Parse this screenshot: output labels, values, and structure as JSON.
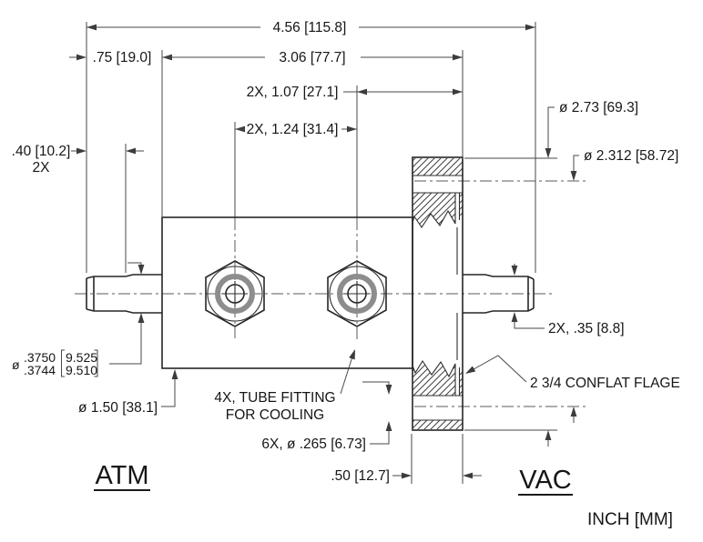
{
  "drawing_title": "2 3/4 ConFlat flange feedthrough drawing",
  "labels": {
    "atm": "ATM",
    "vac": "VAC",
    "units": "INCH [MM]"
  },
  "dims": {
    "overall": "4.56 [115.8]",
    "left_shaft": ".75 [19.0]",
    "body_span": "3.06 [77.7]",
    "fitting_to_flange": "2X, 1.07 [27.1]",
    "fitting_span": "2X, 1.24 [31.4]",
    "tip_len": ".40 [10.2]",
    "tip_len_qty": "2X",
    "flange_od": "ø 2.73 [69.3]",
    "bolt_circle_dia": "ø 2.312 [58.72]",
    "shaft_tip_dia": "2X, .35 [8.8]",
    "flange_name": "2 3/4 CONFLAT FLAGE",
    "bolt_hole": "6X, ø .265 [6.73]",
    "flange_thk": ".50 [12.7]",
    "body_dia": "ø 1.50 [38.1]",
    "cooling_note_1": "4X, TUBE FITTING",
    "cooling_note_2": "FOR COOLING",
    "tol_dia_symbol": "ø",
    "tol_inch_upper": ".3750",
    "tol_inch_lower": ".3744",
    "tol_mm_upper": "9.525",
    "tol_mm_lower": "9.510"
  },
  "colors": {
    "line": "#262626",
    "dim_line": "#474747",
    "centerline": "#5a5a5a",
    "hex_ring": "#8d8d8d",
    "background": "#ffffff"
  }
}
